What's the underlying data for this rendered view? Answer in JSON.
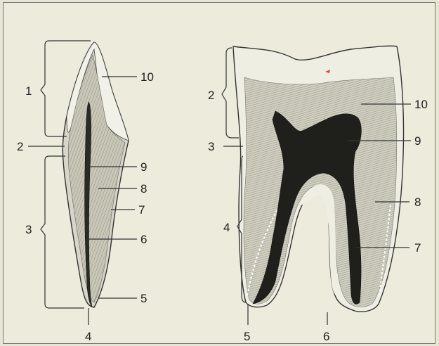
{
  "left_tooth": {
    "labels": [
      "1",
      "2",
      "3",
      "4",
      "5",
      "6",
      "7",
      "8",
      "9",
      "10"
    ]
  },
  "right_tooth": {
    "labels": [
      "2",
      "3",
      "4",
      "5",
      "6",
      "7",
      "8",
      "9",
      "10"
    ]
  }
}
